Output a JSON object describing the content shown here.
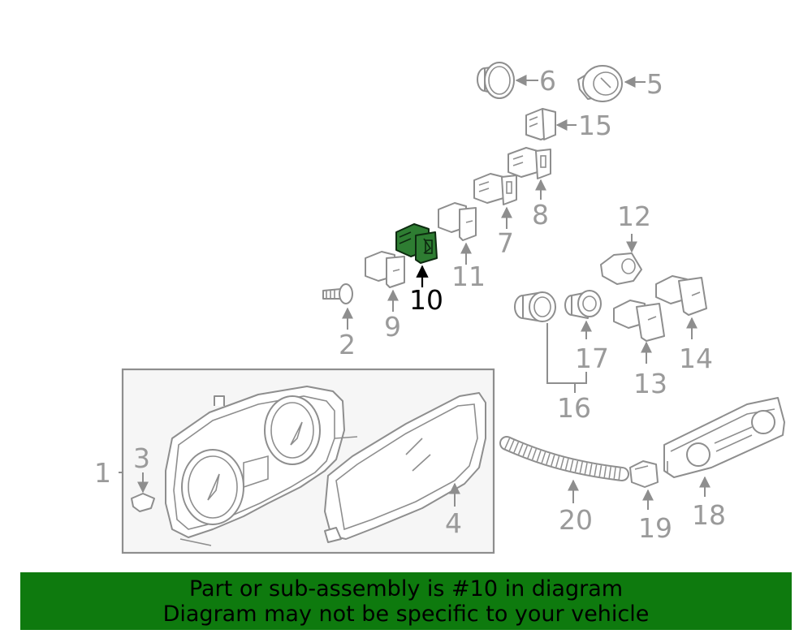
{
  "callouts": [
    "1",
    "2",
    "3",
    "4",
    "5",
    "6",
    "7",
    "8",
    "9",
    "10",
    "11",
    "12",
    "13",
    "14",
    "15",
    "16",
    "17",
    "18",
    "19",
    "20"
  ],
  "highlighted_part": "10",
  "colors": {
    "highlight": "#2e7d32",
    "banner": "#0e7a0e",
    "linework": "#8e8e8e"
  },
  "banner": {
    "line1": "Part or sub-assembly is #10 in diagram",
    "line2": "Diagram may not be specific to your vehicle"
  }
}
